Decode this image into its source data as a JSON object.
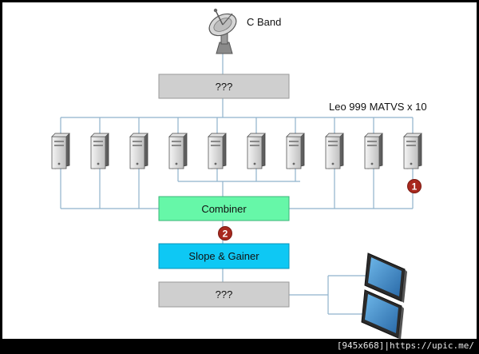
{
  "diagram": {
    "dish_label": "C Band",
    "top_box_label": "???",
    "receivers_label": "Leo 999 MATVS x 10",
    "combiner_label": "Combiner",
    "slope_label": "Slope & Gainer",
    "bottom_box_label": "???",
    "marker_1": "1",
    "marker_2": "2",
    "receiver_count": 10,
    "tv_count": 2,
    "colors": {
      "box_gray": "#cfcfcf",
      "combiner_green": "#66f7a8",
      "slope_blue": "#0ec8f4",
      "marker_red": "#a8281e",
      "line": "#8fb2cc"
    }
  },
  "footer": {
    "text": "[945x668]|https://upic.me/"
  }
}
